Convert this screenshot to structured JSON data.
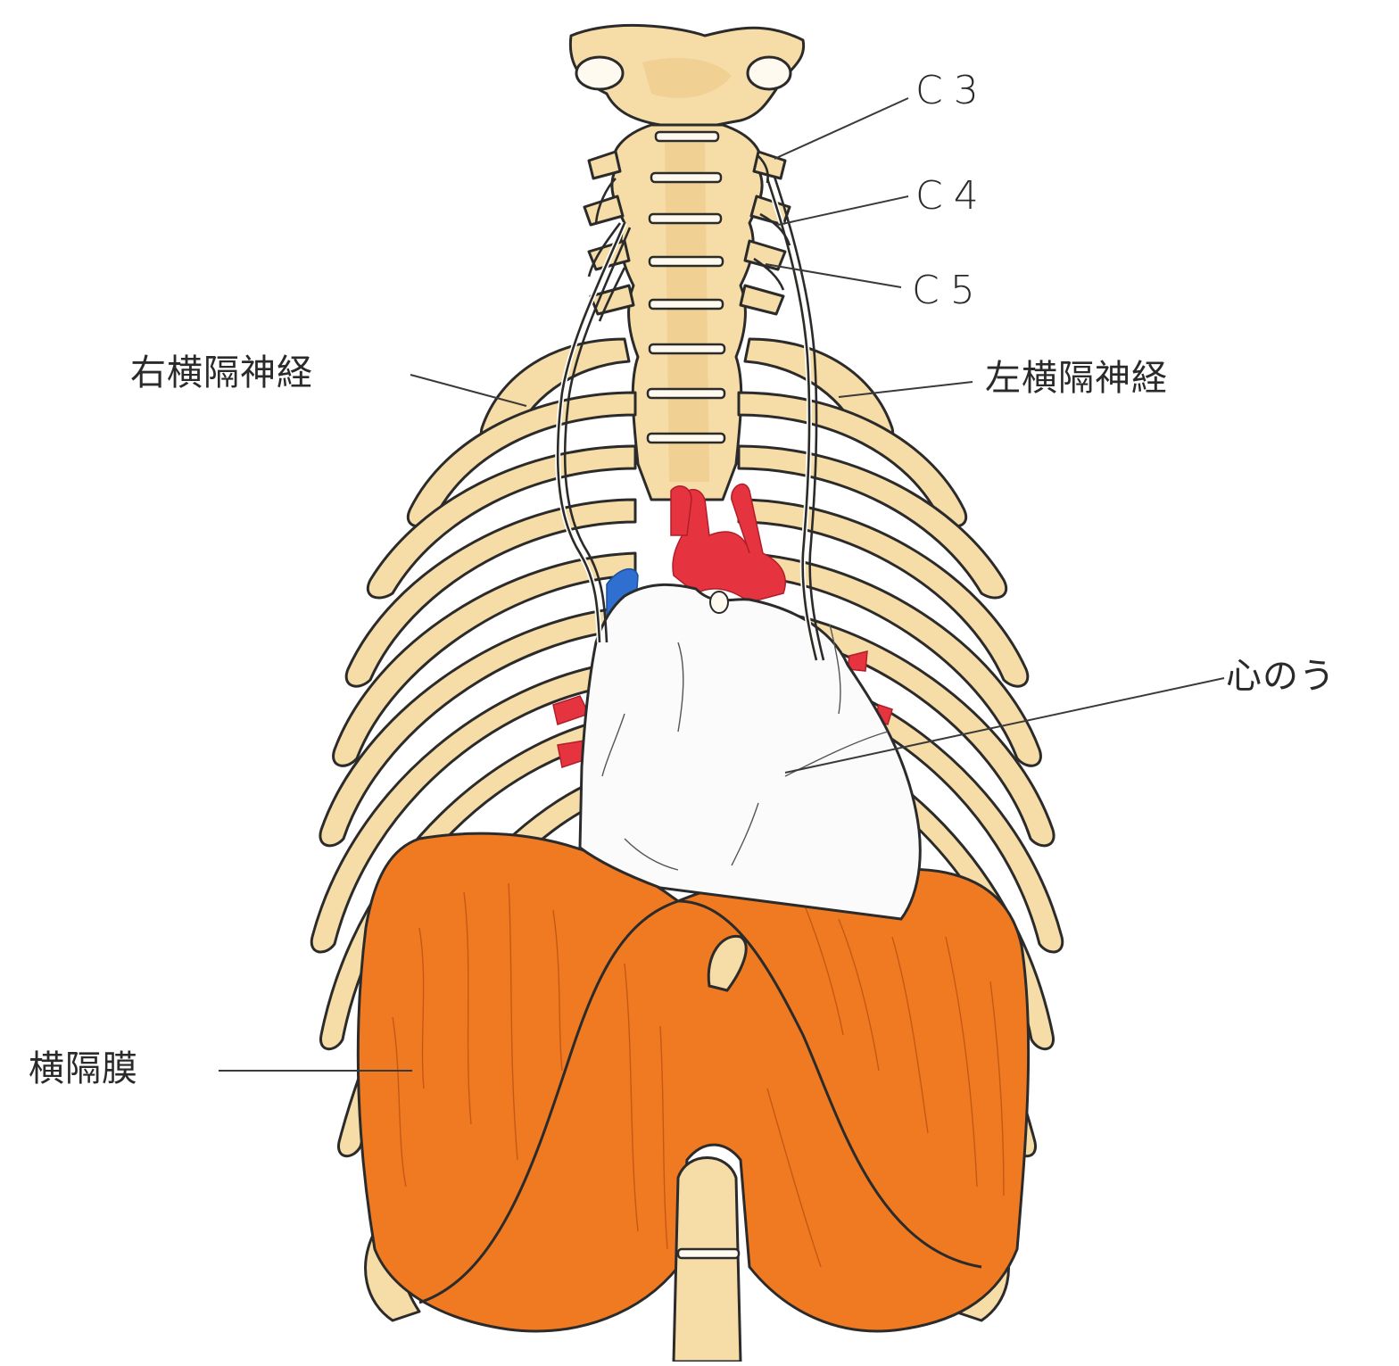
{
  "labels": {
    "c3": "C3",
    "c4": "C4",
    "c5": "C5",
    "right_phrenic_nerve": "右横隔神経",
    "left_phrenic_nerve": "左横隔神経",
    "pericardium": "心のう",
    "diaphragm": "横隔膜"
  },
  "colors": {
    "bone": "#f6dca6",
    "diaphragm": "#f07a21",
    "artery": "#e5343f",
    "vein": "#2f6fd0",
    "pericardium": "#fbfbfb",
    "outline": "#2b2b2b"
  }
}
